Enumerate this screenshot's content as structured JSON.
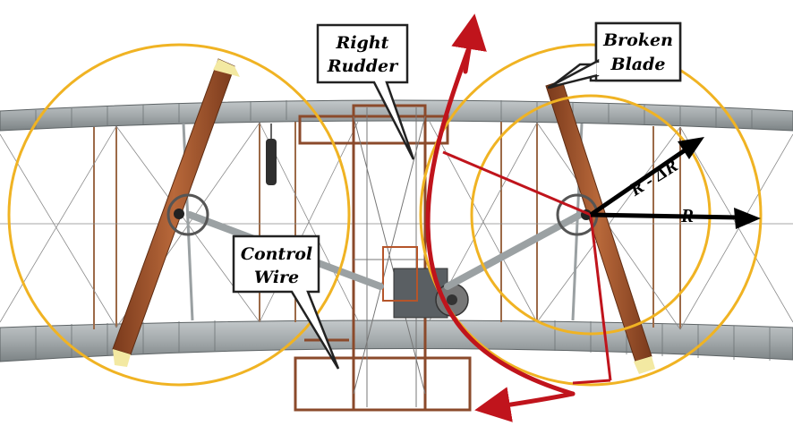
{
  "labels": {
    "right_rudder_line1": "Right",
    "right_rudder_line2": "Rudder",
    "broken_blade_line1": "Broken",
    "broken_blade_line2": "Blade",
    "control_wire_line1": "Control",
    "control_wire_line2": "Wire",
    "radius": "R",
    "reduced_radius": "R - ΔR"
  },
  "colors": {
    "circle": "#f0b323",
    "arrow_red": "#c0141c",
    "wing": "#9aa1a3",
    "wing_dark": "#6f7678",
    "propeller": "#a0522d",
    "blade_tip": "#f3e9a2",
    "frame_wood": "#8b4a2b",
    "wire": "#7d7d7d"
  }
}
